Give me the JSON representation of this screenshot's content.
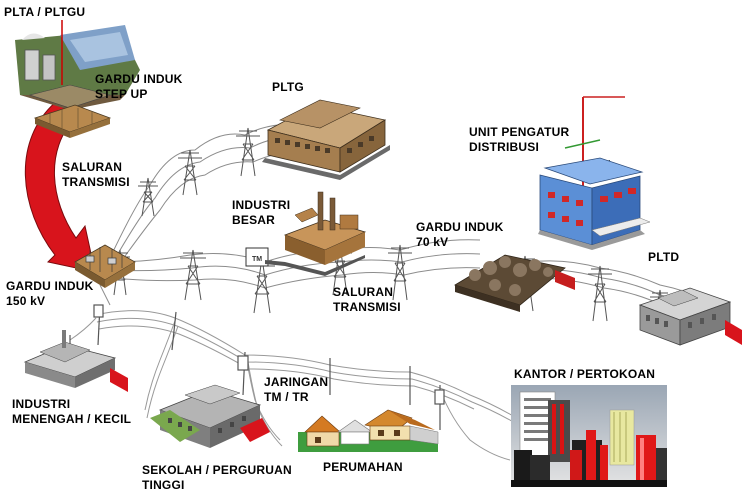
{
  "labels": {
    "plta_pltgu": "PLTA / PLTGU",
    "gardu_step_up_1": "GARDU INDUK",
    "gardu_step_up_2": "STEP UP",
    "pltg": "PLTG",
    "unit_pengatur_1": "UNIT PENGATUR",
    "unit_pengatur_2": "DISTRIBUSI",
    "saluran_transmisi_a_1": "SALURAN",
    "saluran_transmisi_a_2": "TRANSMISI",
    "industri_besar_1": "INDUSTRI",
    "industri_besar_2": "BESAR",
    "gardu_70_1": "GARDU INDUK",
    "gardu_70_2": "70 kV",
    "pltd": "PLTD",
    "gardu_150_1": "GARDU INDUK",
    "gardu_150_2": "150 kV",
    "saluran_transmisi_b_1": "SALURAN",
    "saluran_transmisi_b_2": "TRANSMISI",
    "kantor": "KANTOR / PERTOKOAN",
    "jaringan_1": "JARINGAN",
    "jaringan_2": "TM / TR",
    "industri_mk_1": "INDUSTRI",
    "industri_mk_2": "MENENGAH / KECIL",
    "perumahan": "PERUMAHAN",
    "sekolah_1": "SEKOLAH / PERGURUAN",
    "sekolah_2": "TINGGI"
  },
  "colors": {
    "arrow_red": "#d8141c",
    "wire": "#8a8a8a",
    "tower": "#555555",
    "building_warm": "#b88f5e",
    "building_gray": "#9a9a9a",
    "unit_blue": "#5b8fd6",
    "kantor_sky": "#c8c8c8"
  }
}
